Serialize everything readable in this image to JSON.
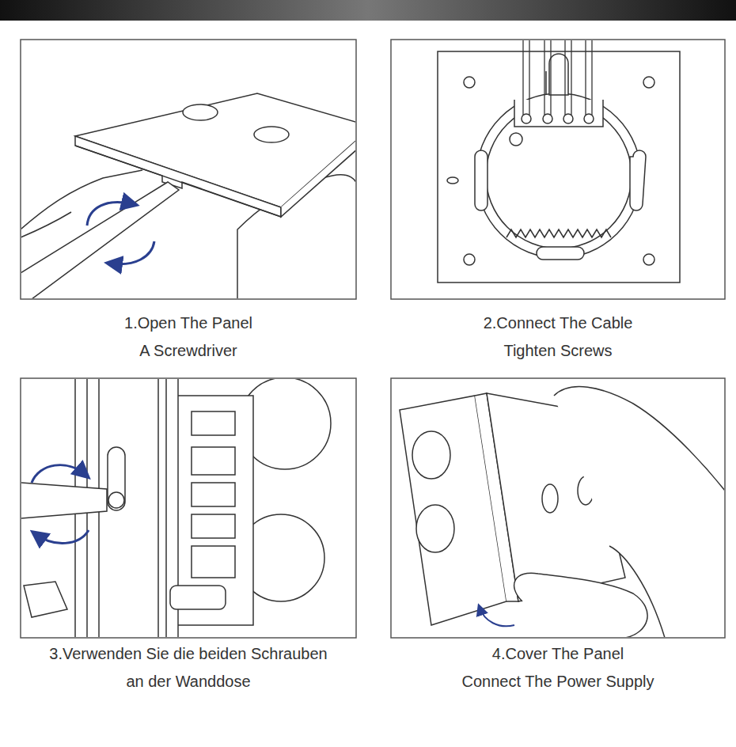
{
  "diagram": {
    "labels": [
      "1.Open The Panel",
      "A Screwdriver",
      "2.Connect The Cable",
      "Tighten Screws",
      "3.Verwenden Sie die beiden Schrauben",
      "an der Wanddose",
      "4.Cover The Panel",
      "Connect The Power Supply"
    ]
  }
}
